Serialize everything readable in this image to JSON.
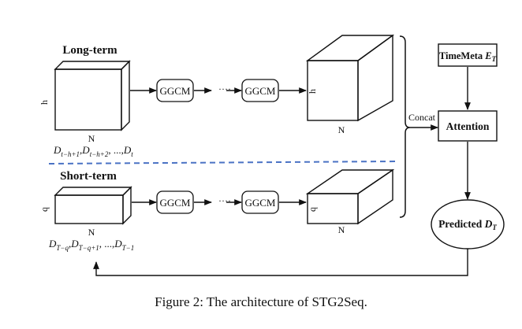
{
  "long_term": {
    "title": "Long-term",
    "dim_h": "h",
    "dim_n": "N",
    "input_series": "D",
    "input_subs": [
      "t−h+1",
      "t−h+2",
      "t"
    ],
    "output_dim_h": "h",
    "output_dim_n": "N"
  },
  "short_term": {
    "title": "Short-term",
    "dim_q": "q",
    "dim_n": "N",
    "input_series": "D",
    "input_subs": [
      "T−q",
      "T−q+1",
      "T−1"
    ],
    "output_dim_q": "q",
    "output_dim_n": "N"
  },
  "modules": {
    "ggcm": "GGCM",
    "ellipsis": "····",
    "comma_ellipsis": "...,"
  },
  "concat_label": "Concat",
  "time_meta": {
    "label": "TimeMeta ",
    "var": "E",
    "sub": "T"
  },
  "attention_label": "Attention",
  "predicted": {
    "label": "Predicted ",
    "var": "D",
    "sub": "T"
  },
  "caption": "Figure 2: The architecture of STG2Seq.",
  "colors": {
    "ink": "#111111",
    "dashed_divider": "#4a72c4"
  }
}
